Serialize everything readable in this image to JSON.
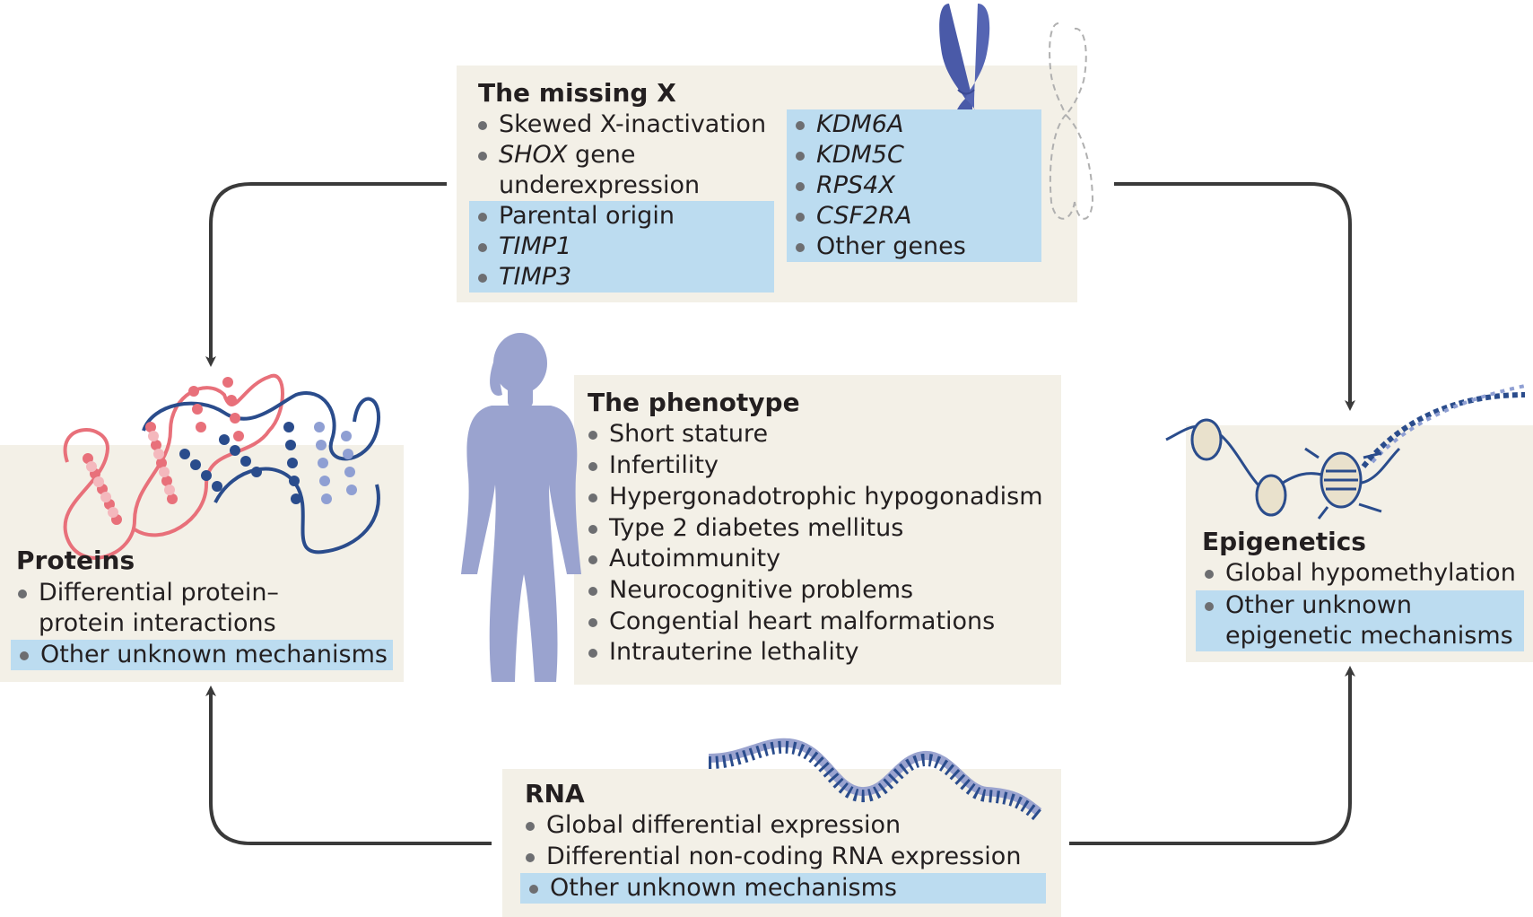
{
  "missing_x": {
    "title": "The missing X",
    "left_items": [
      {
        "text": "Skewed X-inactivation"
      },
      {
        "text_italic": "SHOX",
        "text": " gene",
        "continuation": "underexpression"
      },
      {
        "text": "Parental origin"
      },
      {
        "text": "TIMP1"
      },
      {
        "text": "TIMP3"
      }
    ],
    "right_items": [
      {
        "text": "KDM6A"
      },
      {
        "text": "KDM5C"
      },
      {
        "text": "RPS4X"
      },
      {
        "text": "CSF2RA"
      },
      {
        "text": "Other genes"
      }
    ]
  },
  "phenotype": {
    "title": "The phenotype",
    "items": [
      "Short stature",
      "Infertility",
      "Hypergonadotrophic hypogonadism",
      "Type 2 diabetes mellitus",
      "Autoimmunity",
      "Neurocognitive problems",
      "Congential heart malformations",
      "Intrauterine lethality"
    ]
  },
  "proteins": {
    "title": "Proteins",
    "items": [
      {
        "text": "Differential protein–",
        "continuation": "protein interactions"
      },
      {
        "text": "Other unknown mechanisms"
      }
    ]
  },
  "epigenetics": {
    "title": "Epigenetics",
    "items": [
      {
        "text": "Global hypomethylation"
      },
      {
        "text": "Other unknown",
        "continuation": "epigenetic mechanisms"
      }
    ]
  },
  "rna": {
    "title": "RNA",
    "items": [
      "Global differential expression",
      "Differential non-coding RNA expression",
      "Other unknown mechanisms"
    ]
  },
  "colors": {
    "box_bg": "#f3f0e7",
    "highlight": "#bcdcf0",
    "arrow": "#3a3a3a",
    "figure": "#9aa3cf",
    "chromosome": "#4a5aa8",
    "protein_red": "#e8707a",
    "protein_blue": "#2a4c8c"
  }
}
